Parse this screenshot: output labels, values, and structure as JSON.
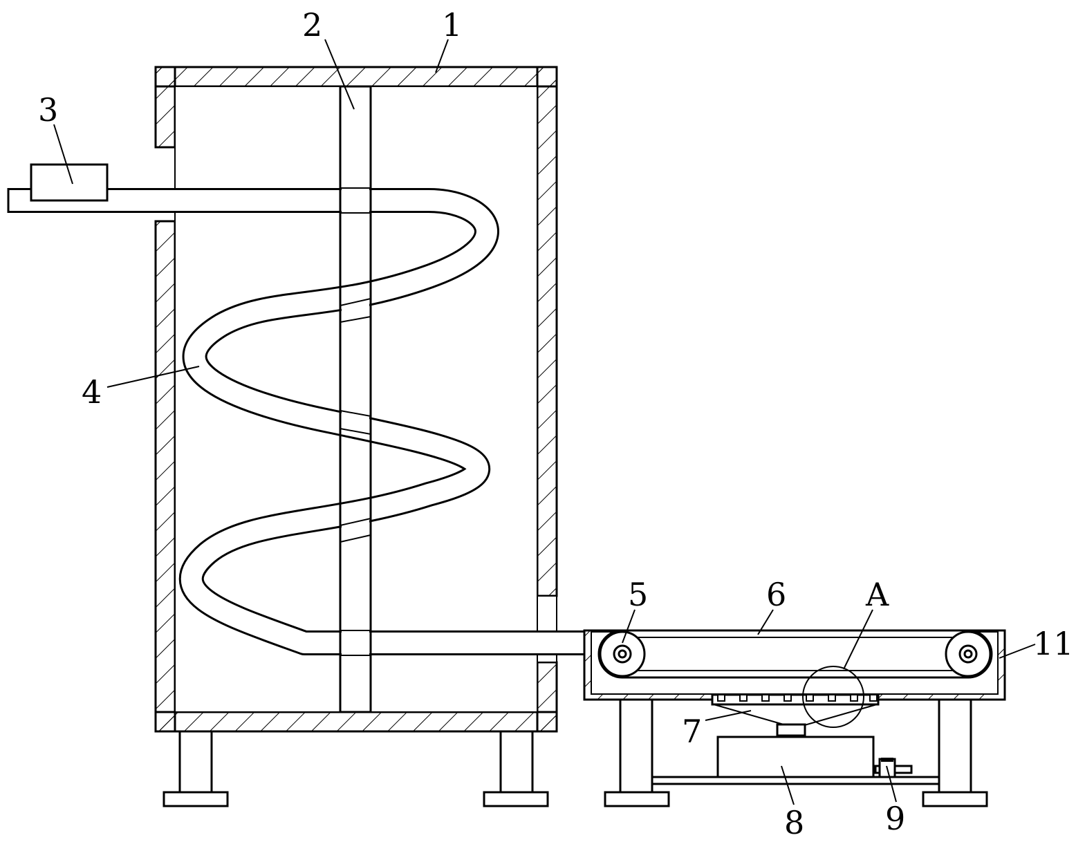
{
  "figure": {
    "colors": {
      "line": "#000000",
      "background": "#ffffff"
    },
    "labels": {
      "tank": "1",
      "shaft": "2",
      "motor": "3",
      "spiral_tube": "4",
      "roller": "5",
      "conveyor_belt": "6",
      "plate": "7",
      "base_block": "8",
      "bolt": "9",
      "detail_mark": "A",
      "frame": "11"
    }
  }
}
